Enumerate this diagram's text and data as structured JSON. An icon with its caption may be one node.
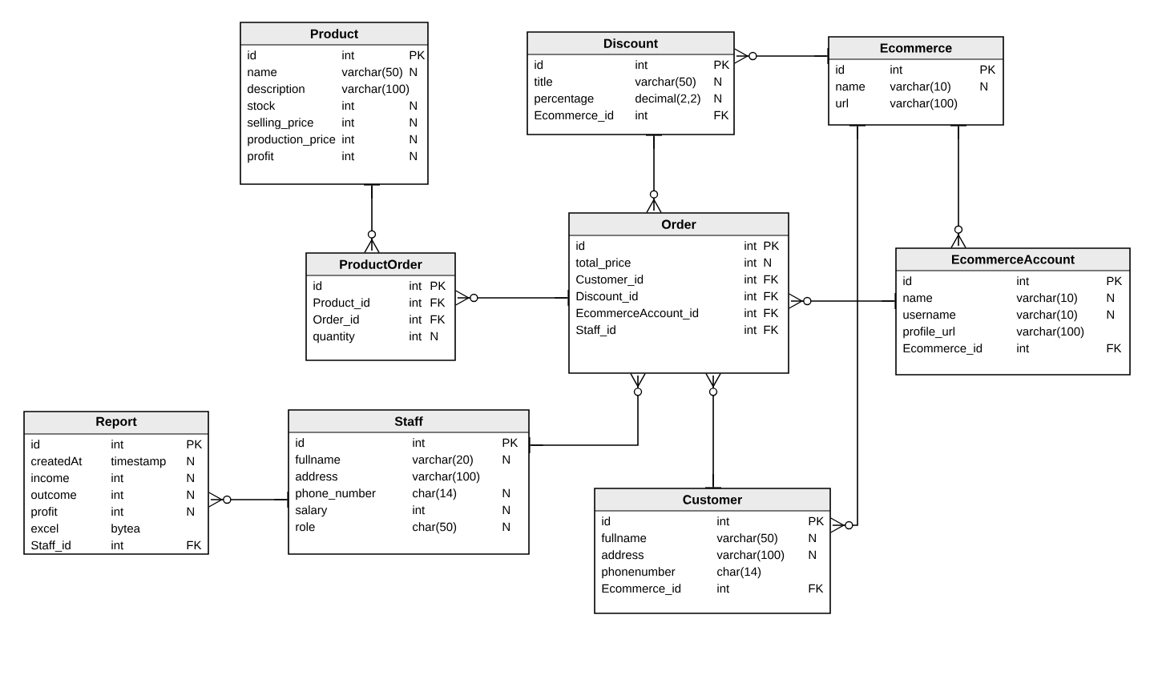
{
  "diagram": {
    "nodes": [
      {
        "text": [
          "Product",
          "id",
          "int",
          "PK",
          "name",
          "varchar(50)",
          "N",
          "description",
          "varchar(100)",
          "stock",
          "int",
          "N",
          "selling_price",
          "int",
          "N",
          "production_price",
          "int",
          "N",
          "profit",
          "int",
          "N"
        ]
      },
      {
        "text": [
          "Discount",
          "id",
          "int",
          "PK",
          "title",
          "varchar(50)",
          "N",
          "percentage",
          "decimal(2,2)",
          "N",
          "Ecommerce_id",
          "int",
          "FK"
        ]
      },
      {
        "text": [
          "Ecommerce",
          "id",
          "int",
          "PK",
          "name",
          "varchar(10)",
          "N",
          "url",
          "varchar(100)"
        ]
      },
      {
        "text": [
          "ProductOrder",
          "id",
          "int",
          "PK",
          "Product_id",
          "int",
          "FK",
          "Order_id",
          "int",
          "FK",
          "quantity",
          "int",
          "N"
        ]
      },
      {
        "text": [
          "Order",
          "id",
          "int",
          "PK",
          "total_price",
          "int",
          "N",
          "Customer_id",
          "int",
          "FK",
          "Discount_id",
          "int",
          "FK",
          "EcommerceAccount_id",
          "int",
          "FK",
          "Staff_id",
          "int",
          "FK"
        ]
      },
      {
        "text": [
          "EcommerceAccount",
          "id",
          "int",
          "PK",
          "name",
          "varchar(10)",
          "N",
          "username",
          "varchar(10)",
          "N",
          "profile_url",
          "varchar(100)",
          "Ecommerce_id",
          "int",
          "FK"
        ]
      },
      {
        "text": [
          "Report",
          "id",
          "int",
          "PK",
          "createdAt",
          "timestamp",
          "N",
          "income",
          "int",
          "N",
          "outcome",
          "int",
          "N",
          "profit",
          "int",
          "N",
          "excel",
          "bytea",
          "Staff_id",
          "int",
          "FK"
        ]
      },
      {
        "text": [
          "Staff",
          "id",
          "int",
          "PK",
          "fullname",
          "varchar(20)",
          "N",
          "address",
          "varchar(100)",
          "phone_number",
          "char(14)",
          "N",
          "salary",
          "int",
          "N",
          "role",
          "char(50)",
          "N"
        ]
      },
      {
        "text": [
          "Customer",
          "id",
          "int",
          "PK",
          "fullname",
          "varchar(50)",
          "N",
          "address",
          "varchar(100)",
          "N",
          "phonenumber",
          "char(14)",
          "Ecommerce_id",
          "int",
          "FK"
        ]
      }
    ],
    "edges": [
      {
        "from": 0,
        "to": 3,
        "arrow": "other"
      },
      {
        "from": 4,
        "to": 3,
        "arrow": "other"
      },
      {
        "from": 1,
        "to": 4,
        "arrow": "other"
      },
      {
        "from": 2,
        "to": 1,
        "arrow": "other"
      },
      {
        "from": 5,
        "to": 4,
        "arrow": "other"
      },
      {
        "from": 2,
        "to": 5,
        "arrow": "other"
      },
      {
        "from": 2,
        "to": 8,
        "arrow": "other"
      },
      {
        "from": 7,
        "to": 4,
        "arrow": "other"
      },
      {
        "from": 8,
        "to": 4,
        "arrow": "other"
      },
      {
        "from": 7,
        "to": 6,
        "arrow": "other"
      }
    ]
  }
}
